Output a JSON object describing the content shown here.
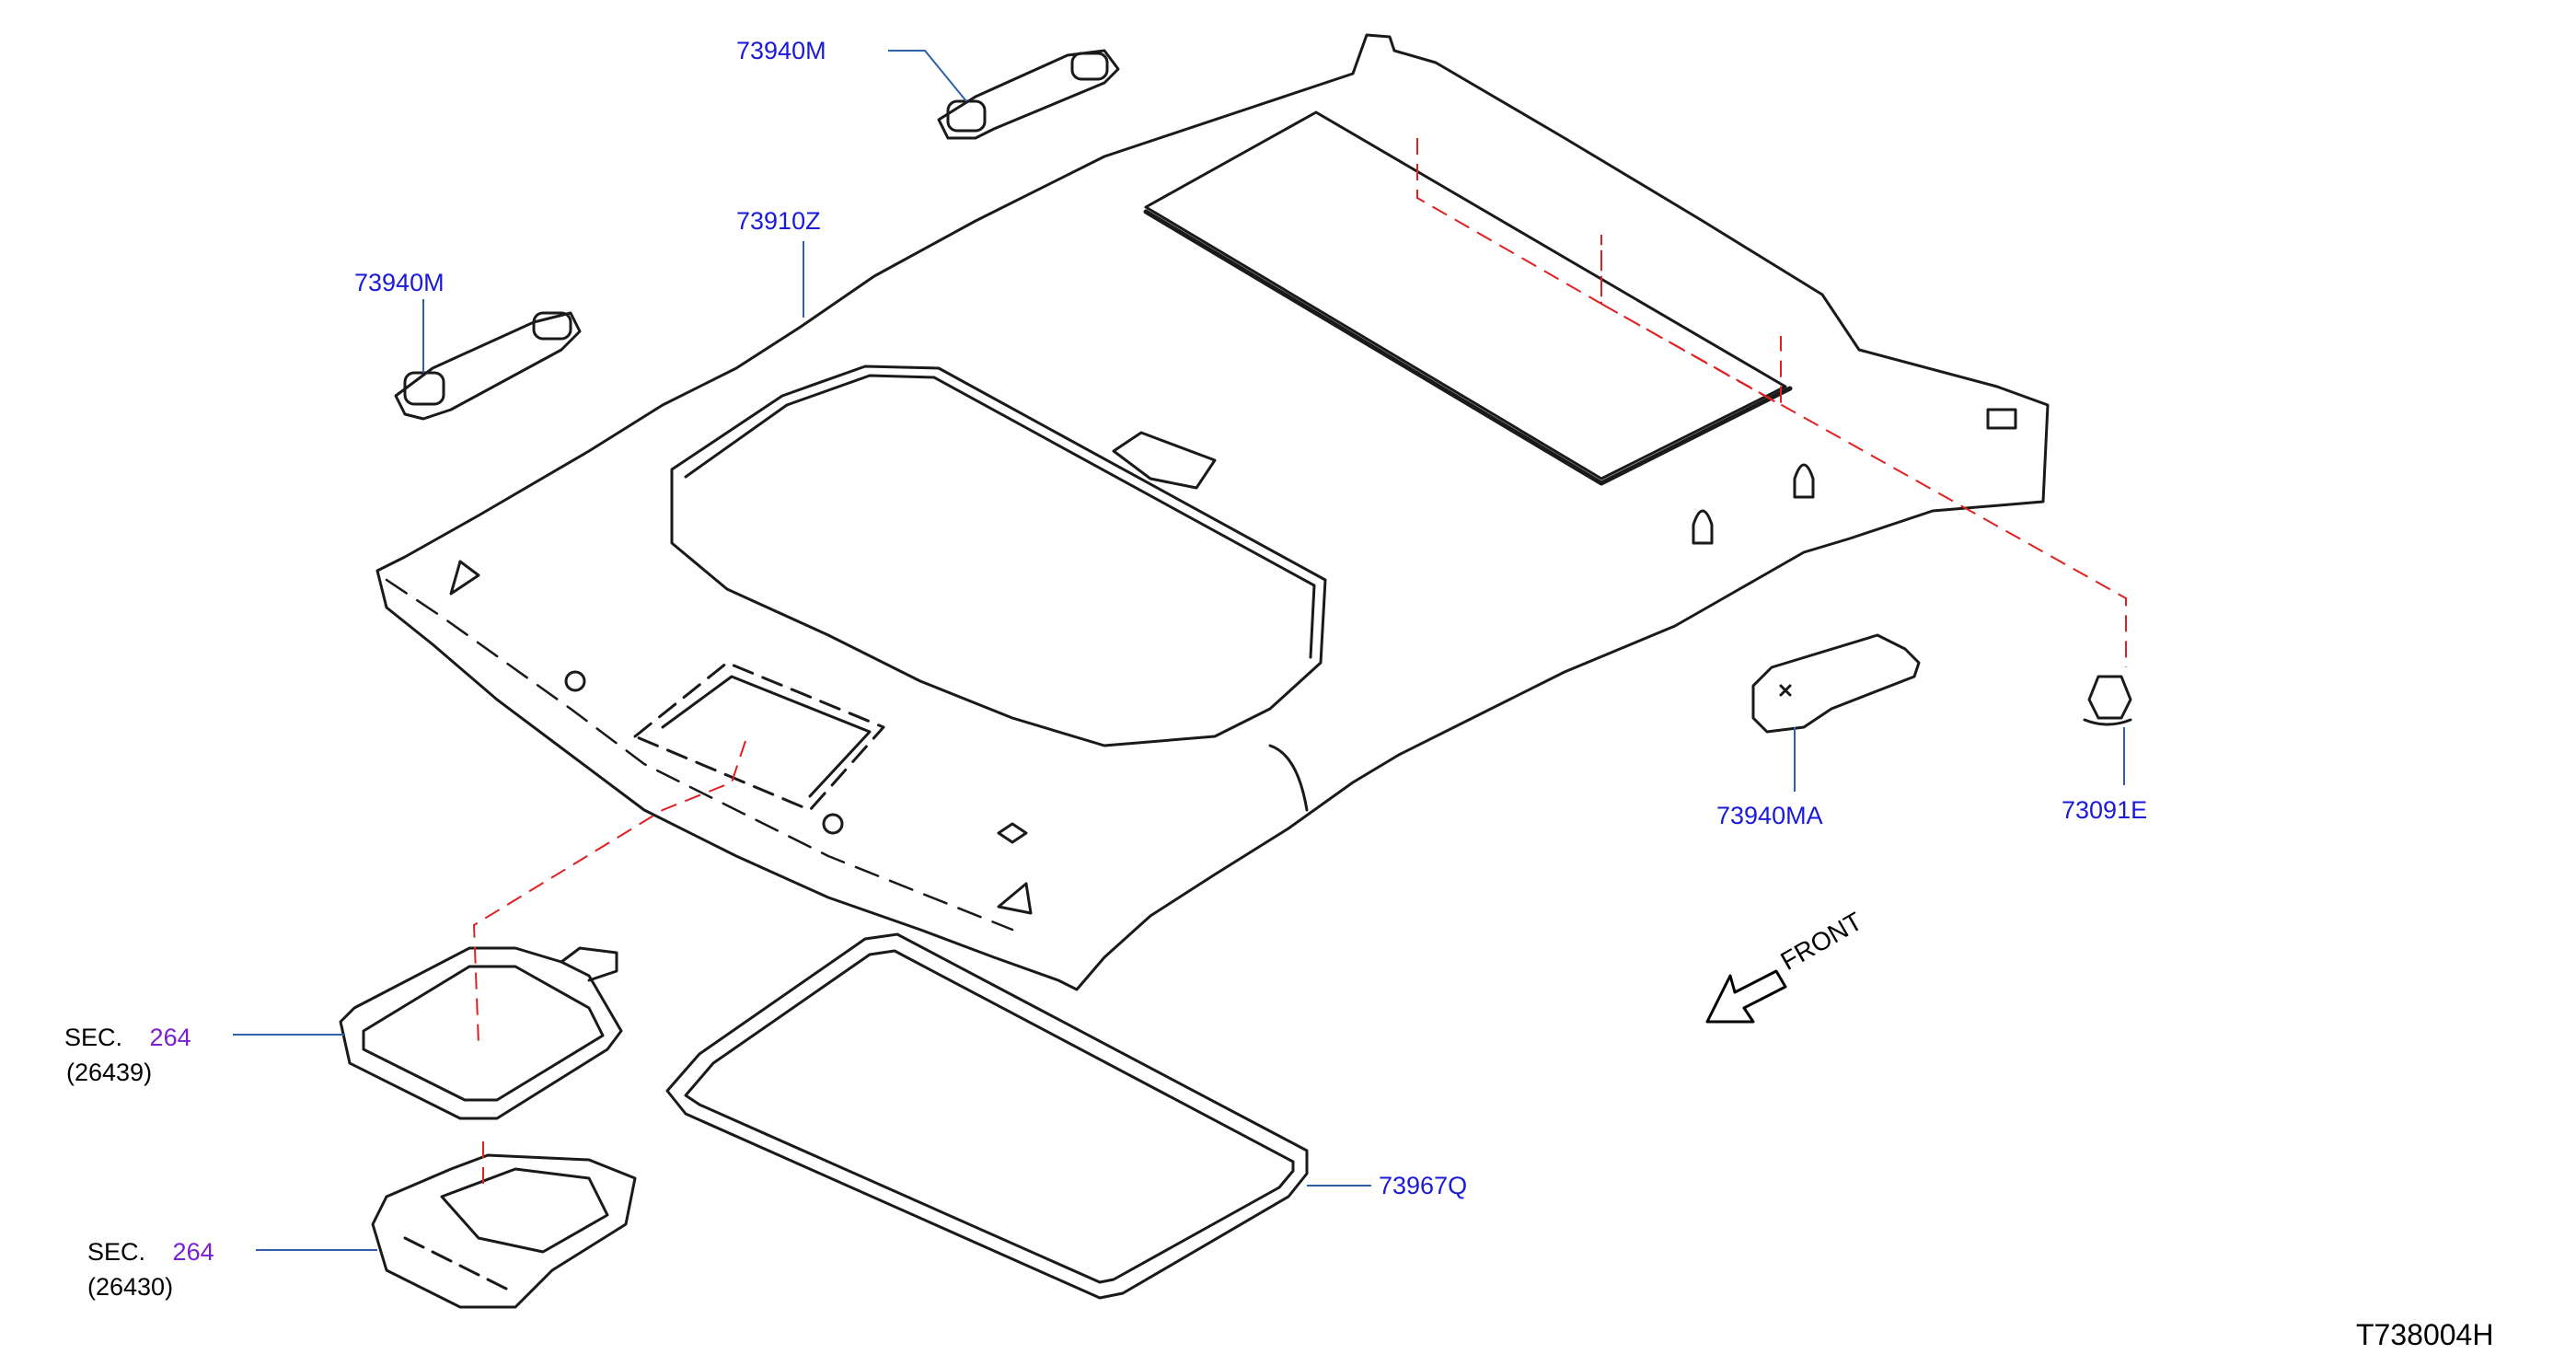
{
  "callouts": {
    "grip_top": "73940M",
    "headlining": "73910Z",
    "grip_left": "73940M",
    "grip_right": "73940MA",
    "clip": "73091E",
    "seal": "73967Q"
  },
  "sections": [
    {
      "prefix": "SEC.",
      "number": "264",
      "sub": "(26439)"
    },
    {
      "prefix": "SEC.",
      "number": "264",
      "sub": "(26430)"
    }
  ],
  "front_label": "FRONT",
  "diagram_id": "T738004H",
  "colors": {
    "callout_text": "#1a1ad8",
    "section_number": "#7a1fd0",
    "leader": "#2f5fa8",
    "dashed": "#e02020",
    "outline": "#1a1a1a"
  },
  "icons": [
    "front-arrow-icon"
  ]
}
